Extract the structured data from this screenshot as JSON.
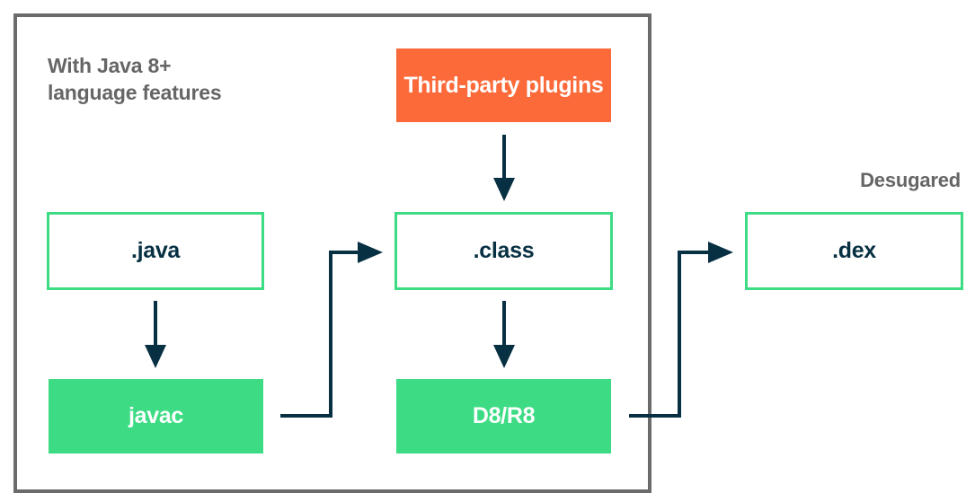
{
  "frame": {
    "title_line1": "With Java 8+",
    "title_line2": "language features"
  },
  "side_label": "Desugared",
  "nodes": {
    "plugins": "Third-party plugins",
    "java": ".java",
    "class": ".class",
    "javac": "javac",
    "d8r8": "D8/R8",
    "dex": ".dex"
  },
  "colors": {
    "green": "#3ddc84",
    "orange": "#fc6a3a",
    "navy": "#073042",
    "frame_gray": "#6b6b6b",
    "label_gray": "#666666"
  }
}
